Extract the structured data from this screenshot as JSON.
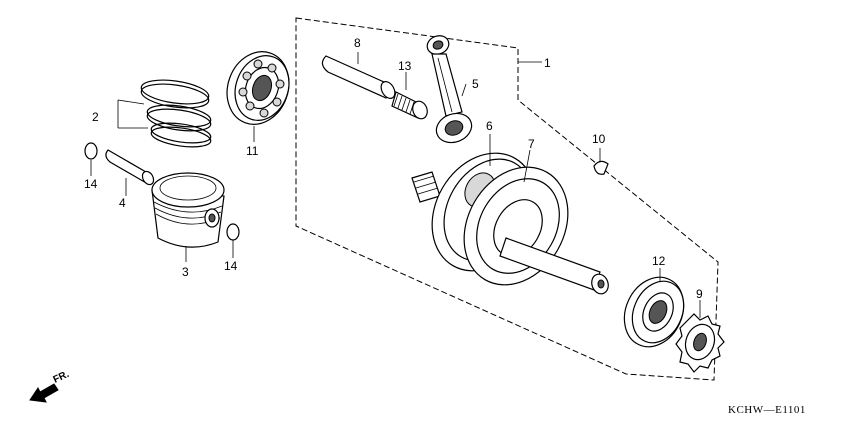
{
  "labels": {
    "p1": "1",
    "p2": "2",
    "p3": "3",
    "p4": "4",
    "p5": "5",
    "p6": "6",
    "p7": "7",
    "p8": "8",
    "p9": "9",
    "p10": "10",
    "p11": "11",
    "p12": "12",
    "p13": "13",
    "p14a": "14",
    "p14b": "14"
  },
  "front_marker": "FR.",
  "diagram_code": "KCHW—E1101"
}
